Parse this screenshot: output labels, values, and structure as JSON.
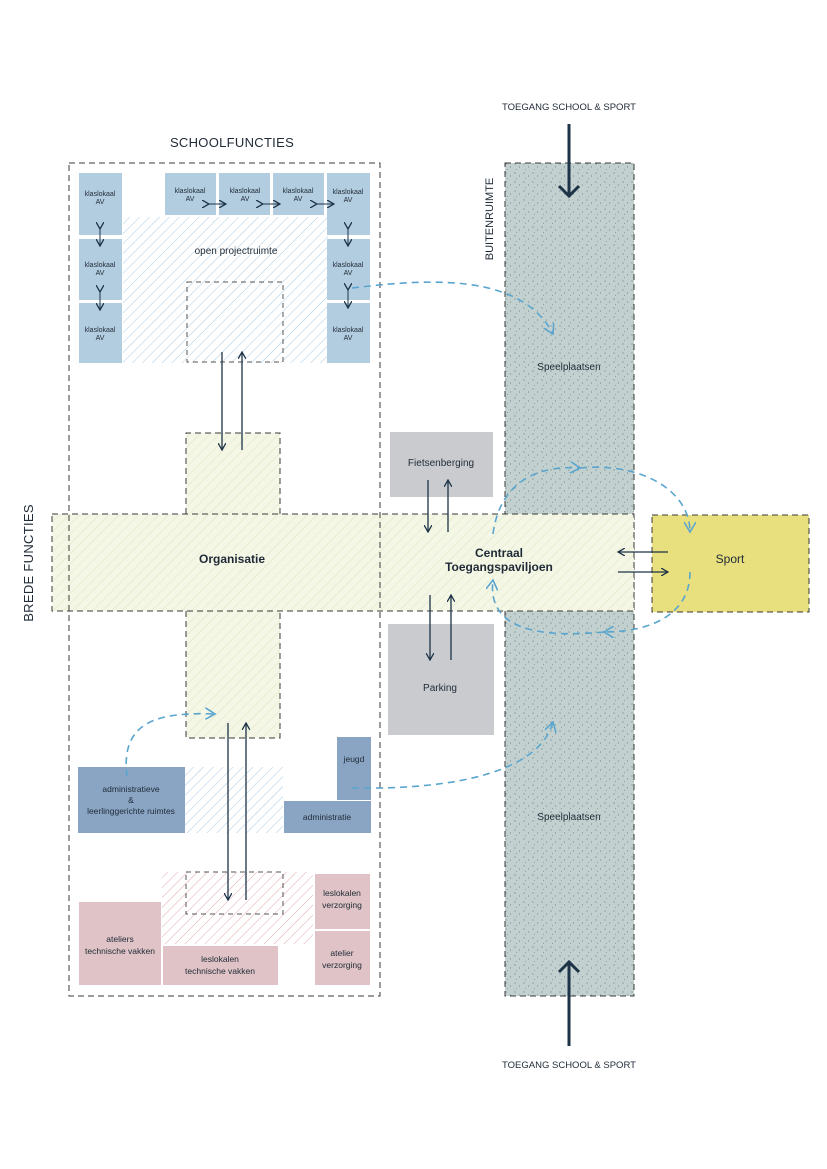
{
  "labels": {
    "schoolfuncties": "SCHOOLFUNCTIES",
    "brede_functies": "BREDE FUNCTIES",
    "buitenruimte": "BUITENRUIMTE",
    "toegang_top": "TOEGANG SCHOOL & SPORT",
    "toegang_bottom": "TOEGANG SCHOOL & SPORT",
    "klaslokaal_line1": "klaslokaal",
    "klaslokaal_line2": "AV",
    "open_projectruimte": "open projectruimte",
    "organisatie": "Organisatie",
    "centraal_line1": "Centraal",
    "centraal_line2": "Toegangspaviljoen",
    "fietsenberging": "Fietsenberging",
    "parking": "Parking",
    "sport": "Sport",
    "speelplaatsen_top": "Speelplaatsen",
    "speelplaatsen_bottom": "Speelplaatsen",
    "jeugd": "jeugd",
    "administratie": "administratie",
    "admin_rooms_line1": "administratieve",
    "admin_rooms_line2": "&",
    "admin_rooms_line3": "leerlinggerichte ruimtes",
    "leslokalen_verzorging_line1": "leslokalen",
    "leslokalen_verzorging_line2": "verzorging",
    "atelier_verzorging_line1": "atelier",
    "atelier_verzorging_line2": "verzorging",
    "ateliers_line1": "ateliers",
    "ateliers_line2": "technische vakken",
    "leslokalen_tech_line1": "leslokalen",
    "leslokalen_tech_line2": "technische vakken"
  },
  "colors": {
    "classroom_blue": "#b3cde0",
    "admin_blue": "#8aa5c4",
    "technical_pink": "#dfc3c6",
    "service_grey": "#c9cbcf",
    "sport_yellow": "#e8df7e",
    "outdoor_green": "#c2d1cf",
    "organisation_tint": "#eef0d8",
    "arrow_dark": "#1d3347",
    "arrow_light": "#5aa5cf"
  }
}
